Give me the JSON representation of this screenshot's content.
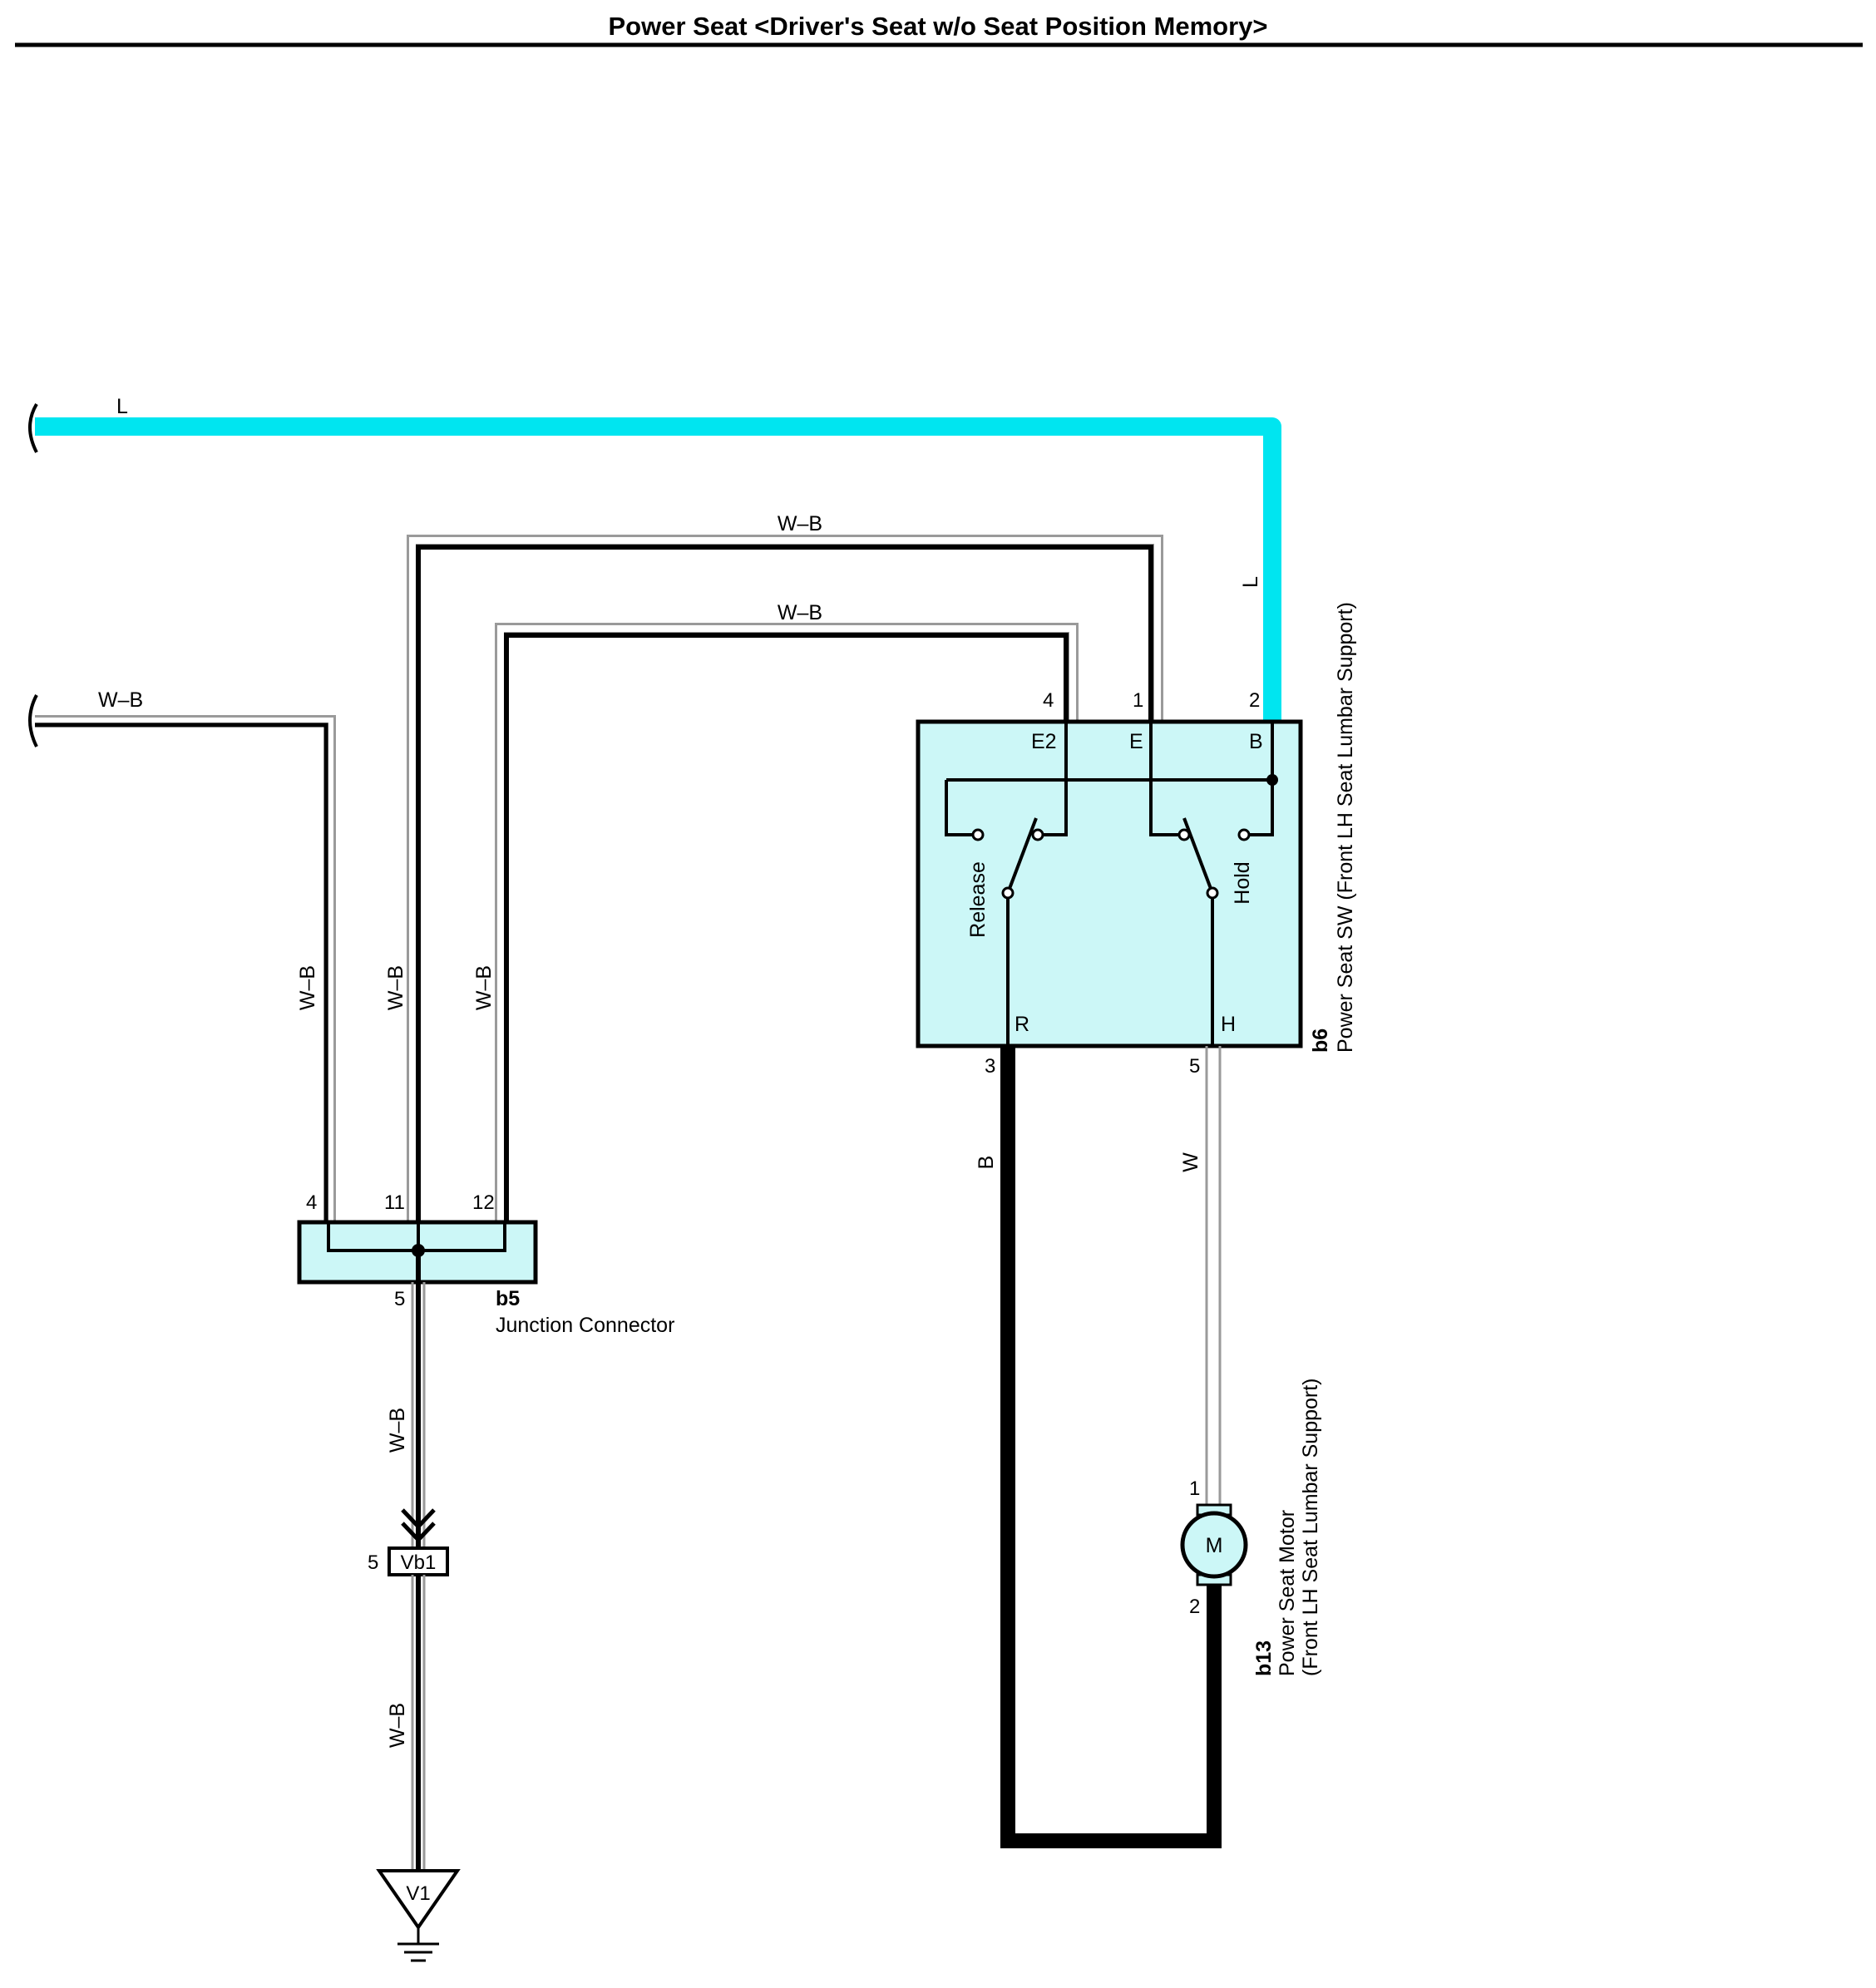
{
  "title": "Power Seat <Driver's Seat w/o Seat Position Memory>",
  "colors": {
    "wire_l": "#00e5f0",
    "component_fill": "#ccf7f7",
    "wire_dark": "#000000",
    "wire_light_outline": "#9a9a9a"
  },
  "wires": {
    "l_top": "L",
    "l_vertical": "L",
    "wb_top_upper": "W–B",
    "wb_top_lower": "W–B",
    "wb_left": "W–B",
    "wb_v1": "W–B",
    "wb_v2": "W–B",
    "wb_v3": "W–B",
    "wb_down1": "W–B",
    "wb_down2": "W–B",
    "b_vertical": "B",
    "w_vertical": "W"
  },
  "components": {
    "switch": {
      "code": "b6",
      "name": "Power Seat SW (Front LH Seat Lumbar Support)",
      "terminals": {
        "e2": "E2",
        "e": "E",
        "b": "B",
        "r": "R",
        "h": "H"
      },
      "pins": {
        "e2": "4",
        "e": "1",
        "b": "2",
        "r": "3",
        "h": "5"
      },
      "positions": {
        "release": "Release",
        "hold": "Hold"
      }
    },
    "junction": {
      "code": "b5",
      "name": "Junction Connector",
      "pins": {
        "p4": "4",
        "p11": "11",
        "p12": "12",
        "p5": "5"
      }
    },
    "motor": {
      "code": "b13",
      "name_line1": "Power Seat Motor",
      "name_line2": "(Front LH Seat Lumbar Support)",
      "symbol": "M",
      "pins": {
        "p1": "1",
        "p2": "2"
      }
    },
    "connector_vb1": {
      "label": "Vb1",
      "pin": "5"
    },
    "ground_v1": {
      "label": "V1"
    }
  }
}
